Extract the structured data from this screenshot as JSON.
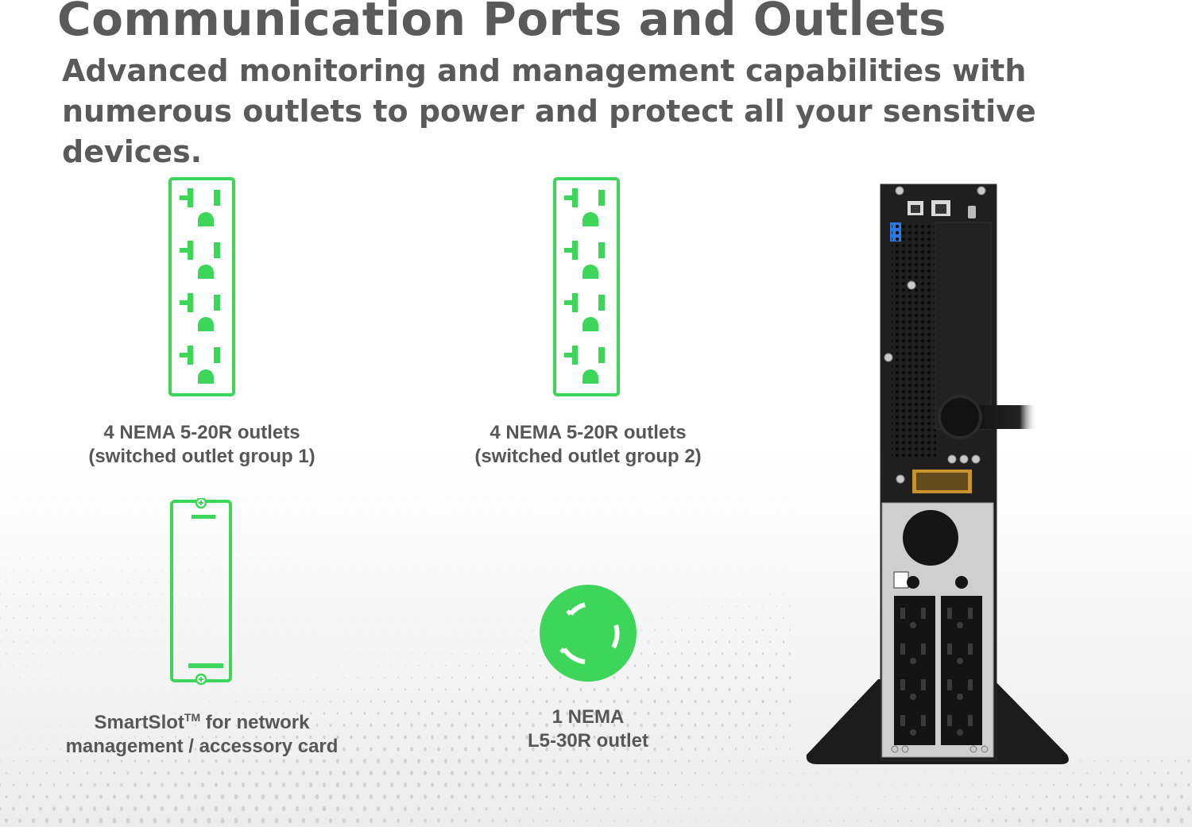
{
  "header": {
    "title": "Communication Ports and Outlets",
    "subtitle": "Advanced monitoring and management capabilities with numerous outlets to power and protect all your sensitive devices."
  },
  "features": [
    {
      "icon": "nema-5-20r-outlet-strip-icon",
      "line1": "4 NEMA 5-20R outlets",
      "line2": "(switched outlet group 1)"
    },
    {
      "icon": "nema-5-20r-outlet-strip-icon",
      "line1": "4 NEMA 5-20R outlets",
      "line2": "(switched outlet group 2)"
    },
    {
      "icon": "smartslot-card-icon",
      "line1_main": "SmartSlot",
      "line1_sup": "TM",
      "line1_rest": " for network",
      "line2": "management / accessory card"
    },
    {
      "icon": "nema-l5-30r-twist-lock-icon",
      "line1": "1 NEMA",
      "line2": "L5-30R outlet"
    }
  ],
  "colors": {
    "accent": "#3dd65a",
    "text": "#575757",
    "ups_body": "#1e1e1e"
  },
  "product": {
    "image": "ups-rear-panel"
  }
}
